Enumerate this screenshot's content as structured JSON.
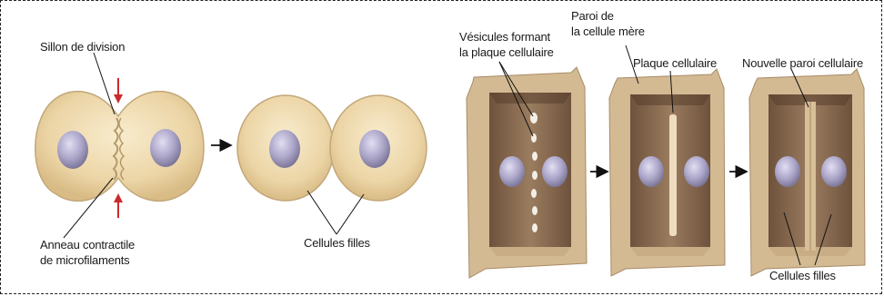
{
  "animal_panel": {
    "label_furrow": "Sillon de division",
    "label_ring_line1": "Anneau contractile",
    "label_ring_line2": "de microfilaments",
    "label_daughters": "Cellules filles"
  },
  "plant_panel": {
    "label_vesicles_line1": "Vésicules formant",
    "label_vesicles_line2": "la plaque cellulaire",
    "label_wall_line1": "Paroi de",
    "label_wall_line2": "la cellule mère",
    "label_plate": "Plaque cellulaire",
    "label_new_wall": "Nouvelle paroi cellulaire",
    "label_daughters": "Cellules filles"
  },
  "colors": {
    "cytoplasm": "#efdcb0",
    "cell_edge": "#c2a77a",
    "nucleus": "#a9a4c6",
    "wall_outer": "#d3ba93",
    "wall_inner": "#7e6148",
    "arrow": "#cc2a2a"
  }
}
